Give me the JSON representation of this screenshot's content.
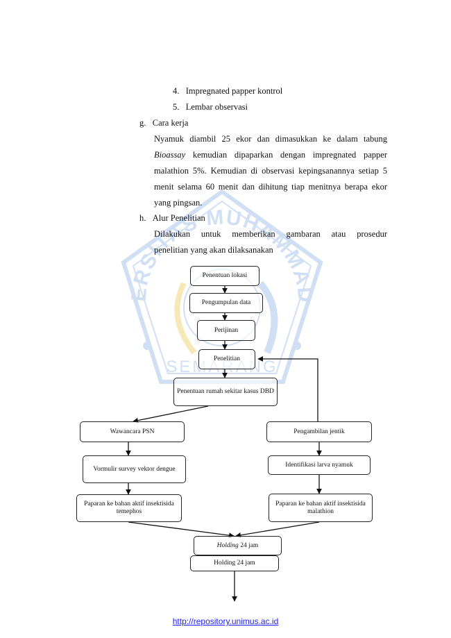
{
  "list_items": [
    {
      "num": "4.",
      "text": "Impregnated papper kontrol"
    },
    {
      "num": "5.",
      "text": "Lembar observasi"
    }
  ],
  "section_g": {
    "letter": "g.",
    "title": "Cara kerja",
    "lines": [
      "Nyamuk diambil 25 ekor dan dimasukkan ke dalam tabung",
      "kemudian dipaparkan dengan impregnated papper",
      "malathion 5%. Kemudian di observasi kepingsanannya setiap 5",
      "menit selama 60 menit dan dihitung tiap menitnya berapa ekor",
      "yang pingsan."
    ],
    "italic_word": "Bioassay"
  },
  "section_h": {
    "letter": "h.",
    "title": "Alur Penelitian",
    "lines": [
      "Dilakukan untuk memberikan gambaran atau prosedur",
      "penelitian yang akan dilaksanakan"
    ]
  },
  "flowchart": {
    "penentuan_lokasi": "Penentuan lokasi",
    "pengumpulan_data": "Pengumpulan data",
    "perijinan": "Perijinan",
    "penelitian": "Penelitian",
    "penentuan_rumah": "Penentuan rumah sekitar kasus DBD",
    "wawancara": "Wawancara PSN",
    "vormulir": "Vormulir survey vektor dengue",
    "paparan_temephos": "Paparan ke bahan aktif insektisida temephos",
    "pengambilan_jentik": "Pengambilan jentik",
    "identifikasi": "Identifikasi larva nyamuk",
    "paparan_malathion": "Paparan ke bahan aktif insektisida malathion",
    "holding_1_italic": "Holding",
    "holding_1_rest": " 24 jam",
    "holding_2": "Holding 24 jam"
  },
  "watermark": {
    "top_text": "UNIVERSITAS MUHAMMADIYAH",
    "bottom_text": "SEMARANG",
    "color": "#5b8fd6"
  },
  "footer": {
    "link": "http://repository.unimus.ac.id"
  }
}
